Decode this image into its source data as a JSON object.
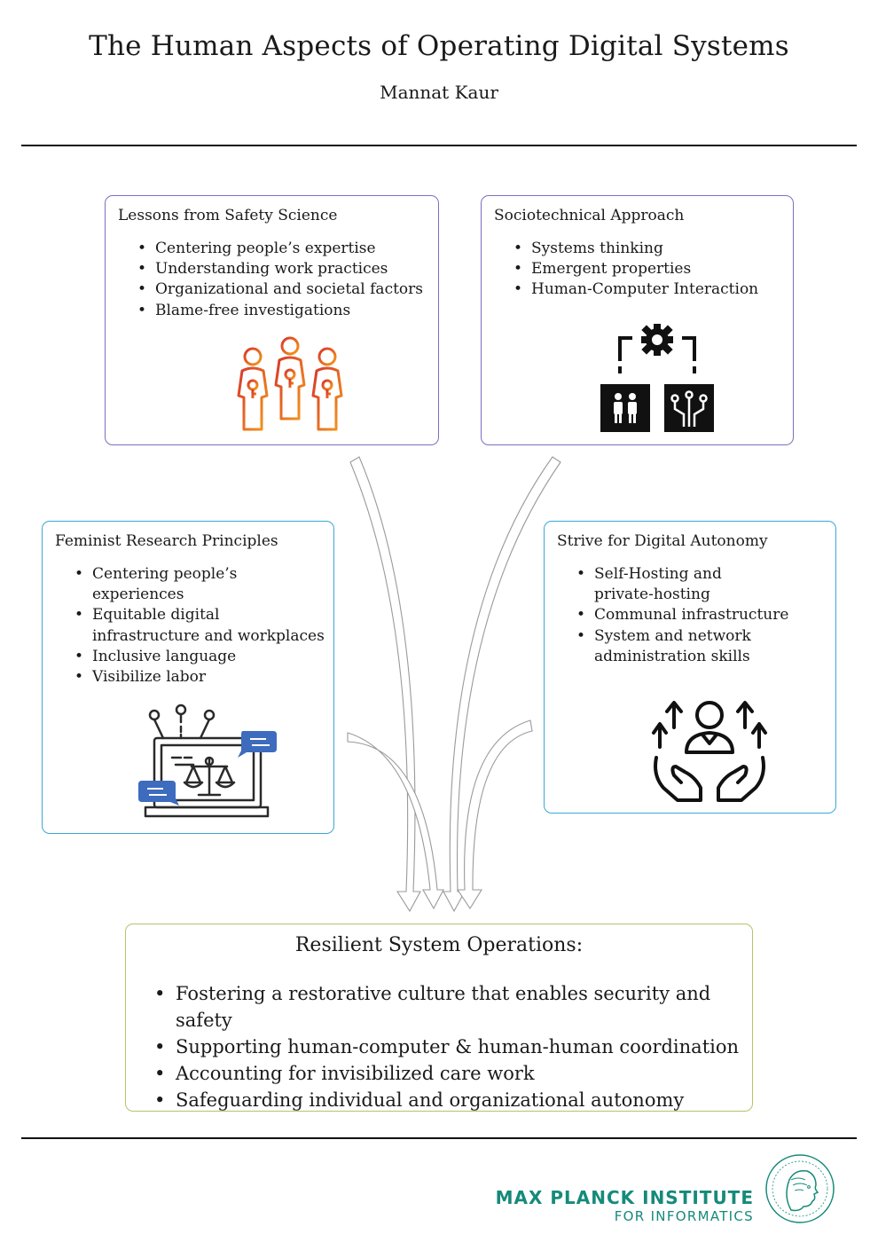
{
  "header": {
    "title": "The Human Aspects of Operating Digital Systems",
    "author": "Mannat Kaur"
  },
  "boxes": [
    {
      "title": "Lessons from Safety Science",
      "items": [
        "Centering people’s expertise",
        "Understanding work practices",
        "Organizational and societal factors",
        "Blame-free investigations"
      ],
      "border_color": "#7b6fc0",
      "icon": "people-group-icon"
    },
    {
      "title": "Sociotechnical Approach",
      "items": [
        "Systems thinking",
        "Emergent properties",
        "Human-Computer Interaction"
      ],
      "border_color": "#7b6fc0",
      "icon": "gear-people-circuit-icon"
    },
    {
      "title": "Feminist Research Principles",
      "items": [
        "Centering people’s",
        "experiences",
        "Equitable digital",
        "infrastructure and workplaces",
        "Inclusive language",
        "Visibilize labor"
      ],
      "border_color": "#3aa8d8",
      "icon": "laptop-scales-chat-icon"
    },
    {
      "title": "Strive for Digital Autonomy",
      "items": [
        "Self-Hosting and",
        "private-hosting",
        "Communal infrastructure",
        "System and network",
        "administration skills"
      ],
      "border_color": "#3aa8d8",
      "icon": "hands-person-arrows-icon"
    }
  ],
  "result": {
    "title": "Resilient System Operations:",
    "items": [
      "Fostering a restorative culture that enables security and safety",
      "Supporting human-computer & human-human coordination",
      "Accounting for invisibilized care work",
      "Safeguarding individual and organizational autonomy"
    ],
    "border_color": "#b7c26a"
  },
  "logo": {
    "line1": "MAX PLANCK INSTITUTE",
    "line2": "FOR INFORMATICS",
    "color": "#168a7a",
    "icon": "minerva-seal-icon"
  }
}
